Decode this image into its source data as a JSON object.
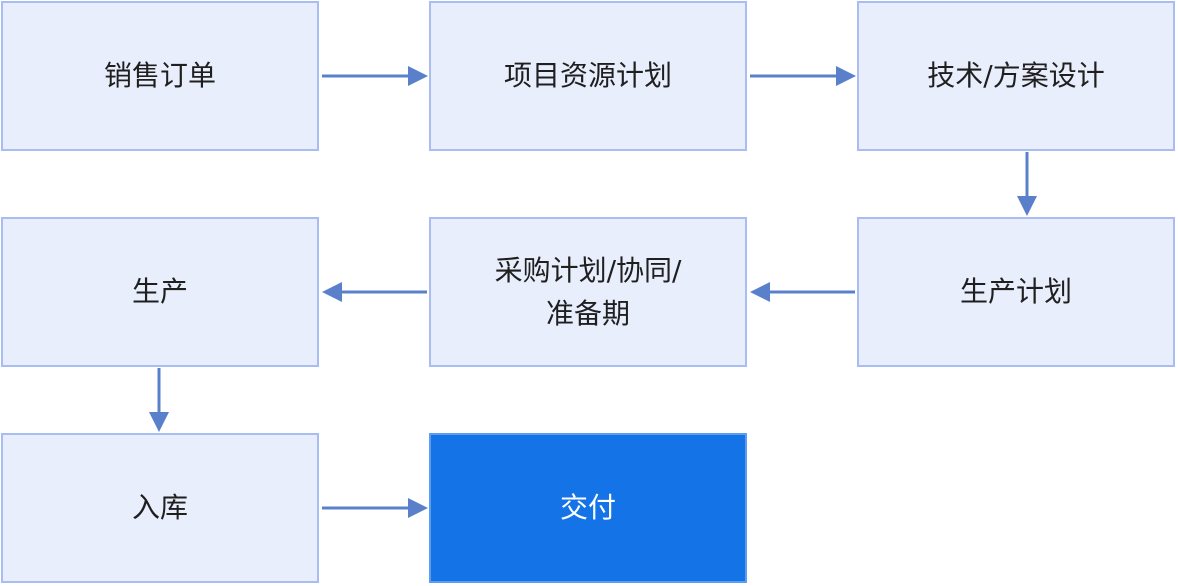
{
  "flow": {
    "nodes": [
      {
        "id": "sales-order",
        "lines": [
          "销售订单"
        ]
      },
      {
        "id": "project-resource-plan",
        "lines": [
          "项目资源计划"
        ]
      },
      {
        "id": "tech-solution-design",
        "lines": [
          "技术/方案设计"
        ]
      },
      {
        "id": "production-plan",
        "lines": [
          "生产计划"
        ]
      },
      {
        "id": "procurement-plan",
        "lines": [
          "采购计划/协同/",
          "准备期"
        ]
      },
      {
        "id": "production",
        "lines": [
          "生产"
        ]
      },
      {
        "id": "warehousing",
        "lines": [
          "入库"
        ]
      },
      {
        "id": "delivery",
        "lines": [
          "交付"
        ]
      }
    ],
    "edges": [
      {
        "from": "sales-order",
        "to": "project-resource-plan"
      },
      {
        "from": "project-resource-plan",
        "to": "tech-solution-design"
      },
      {
        "from": "tech-solution-design",
        "to": "production-plan"
      },
      {
        "from": "production-plan",
        "to": "procurement-plan"
      },
      {
        "from": "procurement-plan",
        "to": "production"
      },
      {
        "from": "production",
        "to": "warehousing"
      },
      {
        "from": "warehousing",
        "to": "delivery"
      }
    ]
  },
  "colors": {
    "node_fill": "#e8eefc",
    "node_border": "#a9bdf2",
    "final_fill": "#1473e6",
    "arrow": "#5b80cb"
  }
}
